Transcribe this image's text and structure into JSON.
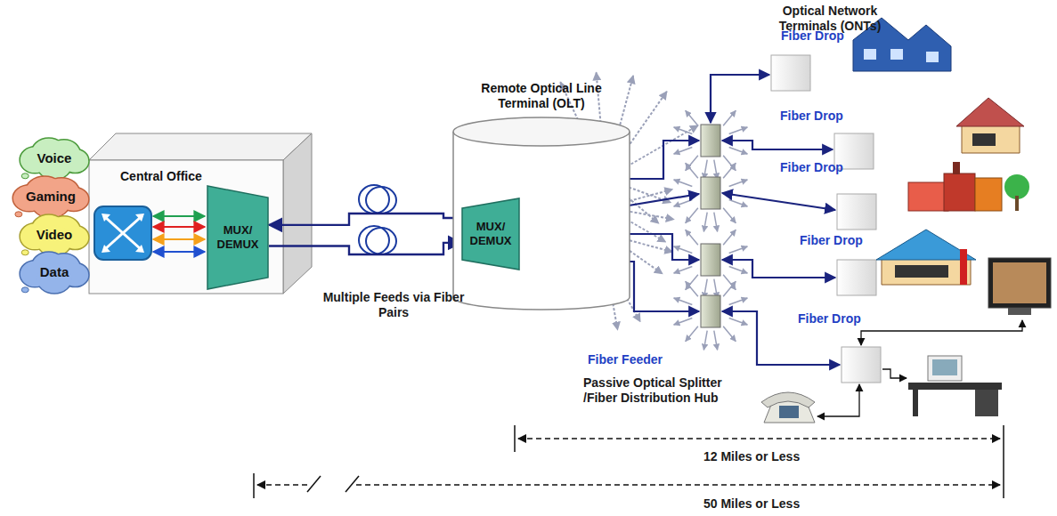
{
  "diagram": {
    "nodes": [
      {
        "text": [
          "Voice"
        ]
      },
      {
        "text": [
          "Gaming"
        ]
      },
      {
        "text": [
          "Video"
        ]
      },
      {
        "text": [
          "Data"
        ]
      },
      {
        "text": [
          "Central Office"
        ]
      },
      {
        "text": [
          "MUX/ DEMUX"
        ],
        "in": 4
      },
      {
        "text": [
          "Remote Optical Line Terminal (OLT)"
        ]
      },
      {
        "text": [
          "MUX/ DEMUX"
        ],
        "in": 6
      }
    ],
    "edges": [
      {
        "from": 7,
        "to": 5,
        "arrow": "to"
      },
      {
        "from": 5,
        "to": 7,
        "arrow": "to"
      }
    ],
    "labels": [
      "Optical Network Terminals (ONTs)",
      "Fiber Drop",
      "Fiber Drop",
      "Fiber Drop",
      "Fiber Drop",
      "Fiber Drop",
      "Multiple Feeds via Fiber Pairs",
      "Fiber Feeder",
      "Passive Optical Splitter /Fiber Distribution Hub",
      "12 Miles or Less",
      "50 Miles or Less"
    ]
  }
}
